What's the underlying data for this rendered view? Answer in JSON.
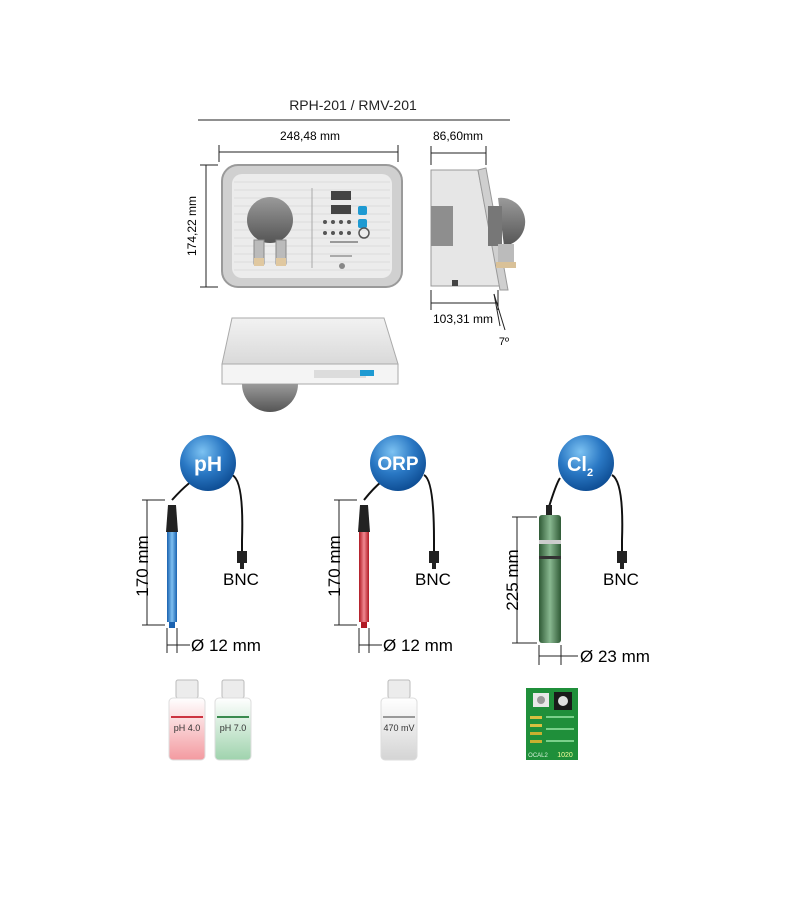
{
  "top": {
    "title": "RPH-201 / RMV-201",
    "front_width": "248,48 mm",
    "front_height": "174,22 mm",
    "side_width": "86,60mm",
    "side_depth": "103,31 mm",
    "side_angle": "7º"
  },
  "sensors": [
    {
      "badge": "pH",
      "length": "170 mm",
      "diameter": "Ø 12 mm",
      "connector": "BNC",
      "color": "#3d8fd6"
    },
    {
      "badge": "ORP",
      "length": "170 mm",
      "diameter": "Ø 12 mm",
      "connector": "BNC",
      "color": "#d6333a"
    },
    {
      "badge": "Cl",
      "badge_sub": "2",
      "length": "225 mm",
      "diameter": "Ø 23 mm",
      "connector": "BNC",
      "color": "#3f7a4a"
    }
  ],
  "solutions": [
    {
      "label": "pH 4.0",
      "color": "#e0323e"
    },
    {
      "label": "pH 7.0",
      "color": "#3a8a4e"
    },
    {
      "label": "470 mV",
      "color": "#bbbbbb"
    }
  ],
  "board": {
    "display": "1020",
    "label": "OCAL2"
  }
}
